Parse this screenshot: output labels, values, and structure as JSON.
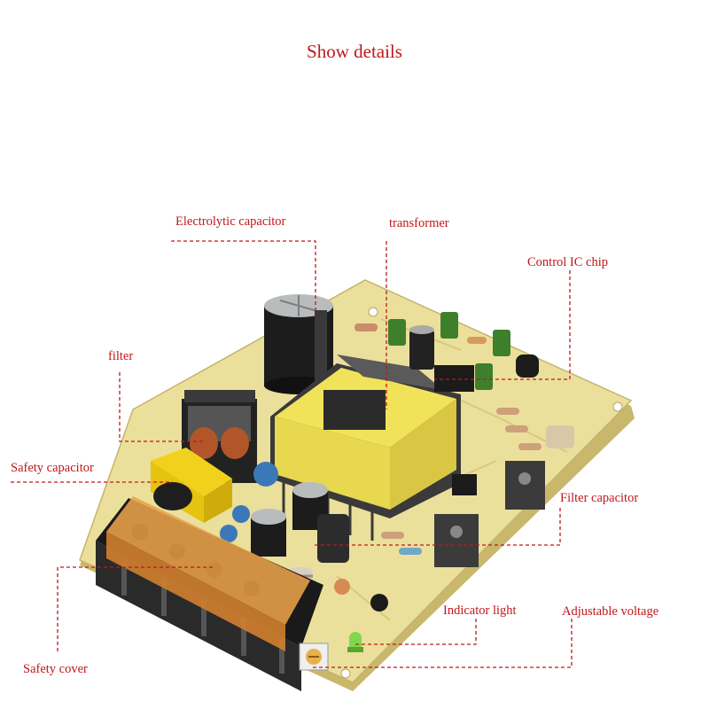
{
  "title": "Show details",
  "labels": {
    "electrolytic_capacitor": "Electrolytic capacitor",
    "transformer": "transformer",
    "control_ic_chip": "Control IC chip",
    "filter": "filter",
    "safety_capacitor": "Safety capacitor",
    "filter_capacitor": "Filter capacitor",
    "indicator_light": "Indicator light",
    "adjustable_voltage": "Adjustable voltage",
    "safety_cover": "Safety cover"
  },
  "colors": {
    "accent": "#c0171c",
    "pcb": "#e8dc95",
    "terminal_cover": "#e9a24a",
    "transformer": "#f0e35a"
  }
}
